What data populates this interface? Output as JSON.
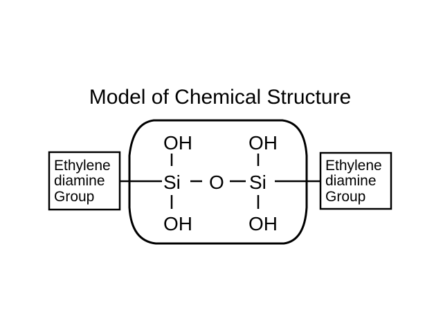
{
  "title": "Model of Chemical Structure",
  "colors": {
    "background": "#ffffff",
    "ink": "#000000"
  },
  "left_group": {
    "lines": [
      "Ethylene",
      "diamine",
      "Group"
    ]
  },
  "right_group": {
    "lines": [
      "Ethylene",
      "diamine",
      "Group"
    ]
  },
  "molecule": {
    "atoms": {
      "si_left": "Si",
      "si_right": "Si",
      "bridge_oxygen": "O",
      "oh_top_left": "OH",
      "oh_bottom_left": "OH",
      "oh_top_right": "OH",
      "oh_bottom_right": "OH"
    }
  }
}
